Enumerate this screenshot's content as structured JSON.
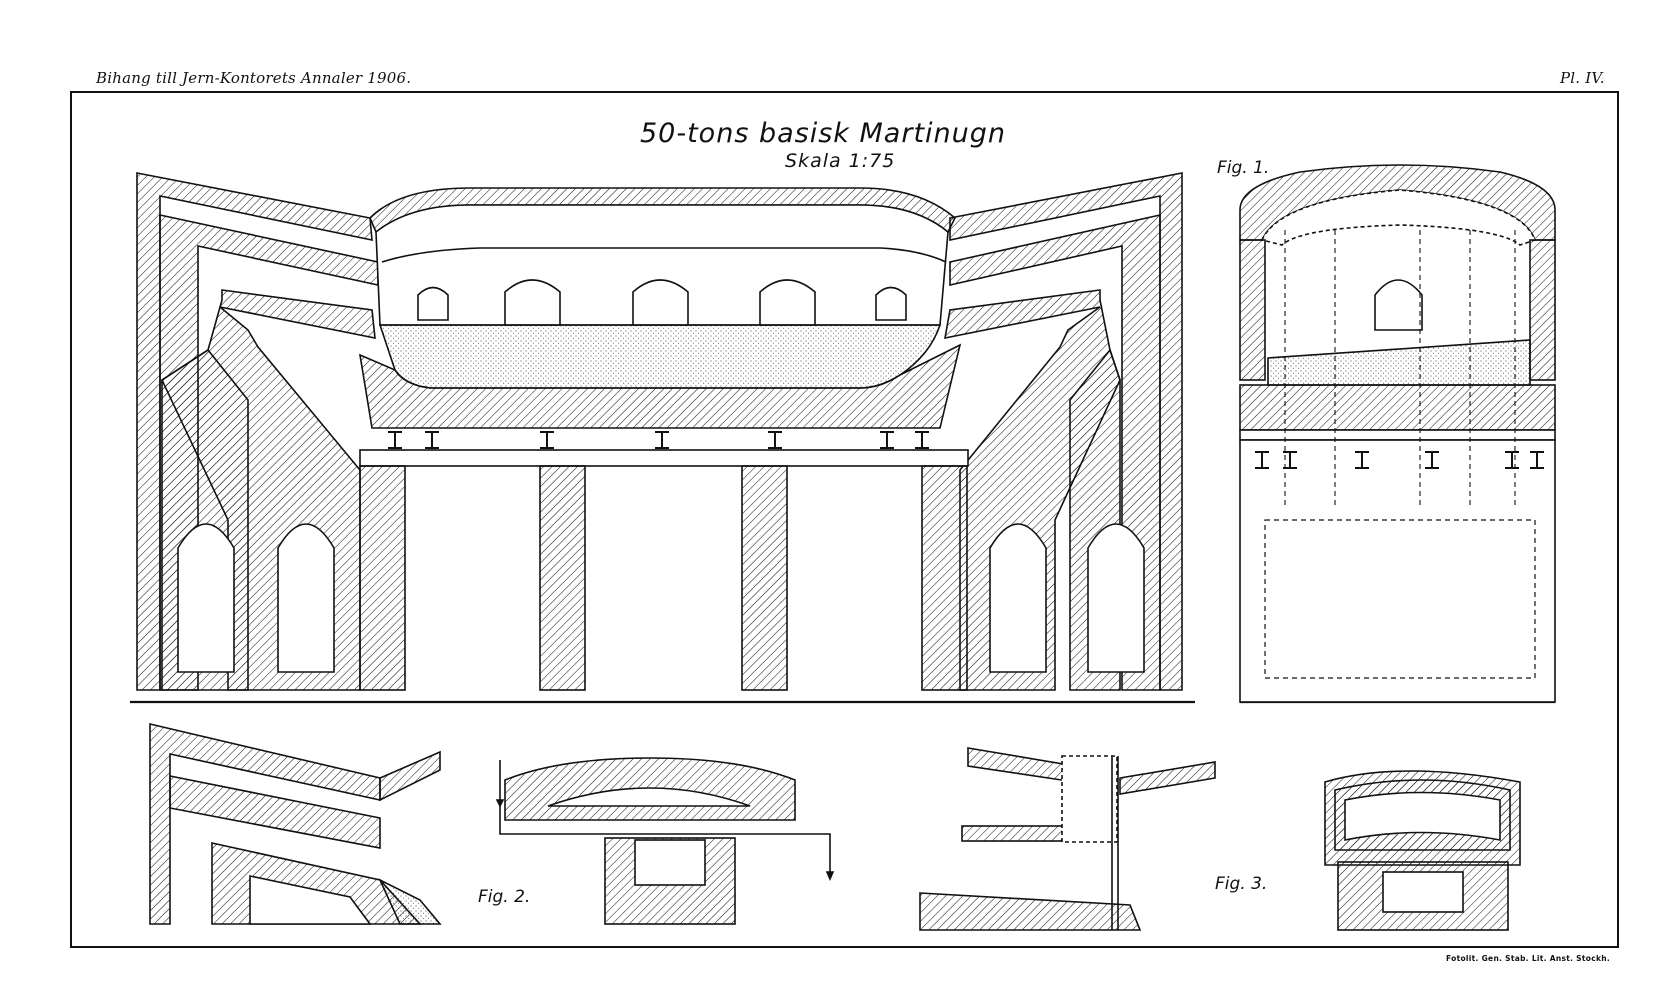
{
  "header": {
    "left": "Bihang till Jern-Kontorets Annaler 1906.",
    "right": "Pl. IV."
  },
  "title": {
    "main": "50-tons basisk Martinugn",
    "scale": "Skala 1:75"
  },
  "figures": {
    "fig1": "Fig. 1.",
    "fig2": "Fig. 2.",
    "fig3": "Fig. 3."
  },
  "credit": "Fotolit. Gen. Stab. Lit. Anst. Stockh.",
  "colors": {
    "ink": "#111111",
    "paper": "#ffffff"
  }
}
